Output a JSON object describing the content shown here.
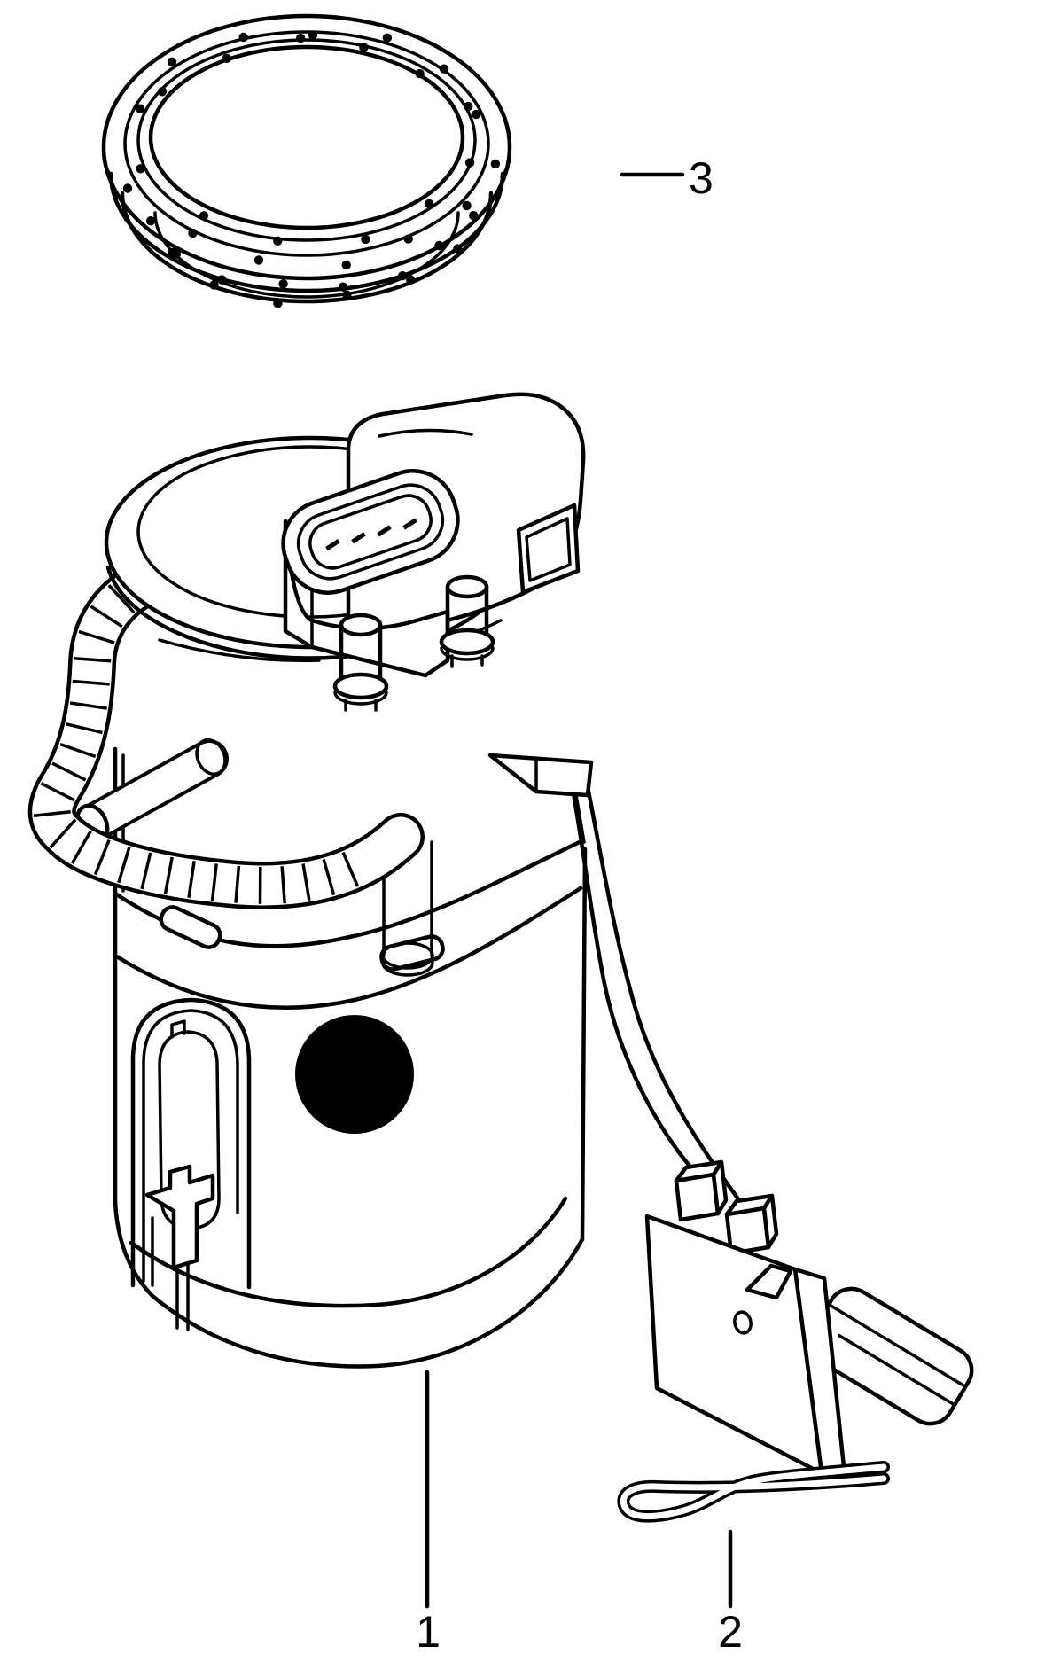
{
  "diagram": {
    "type": "exploded-parts-line-drawing",
    "colors": {
      "background": "#ffffff",
      "line": "#000000",
      "marker_dot": "#000000"
    },
    "callouts": [
      {
        "id": "1",
        "label": "1",
        "points_to": "fuel-delivery-unit"
      },
      {
        "id": "2",
        "label": "2",
        "points_to": "fuel-gauge-sender"
      },
      {
        "id": "3",
        "label": "3",
        "points_to": "seal-ring"
      }
    ]
  }
}
